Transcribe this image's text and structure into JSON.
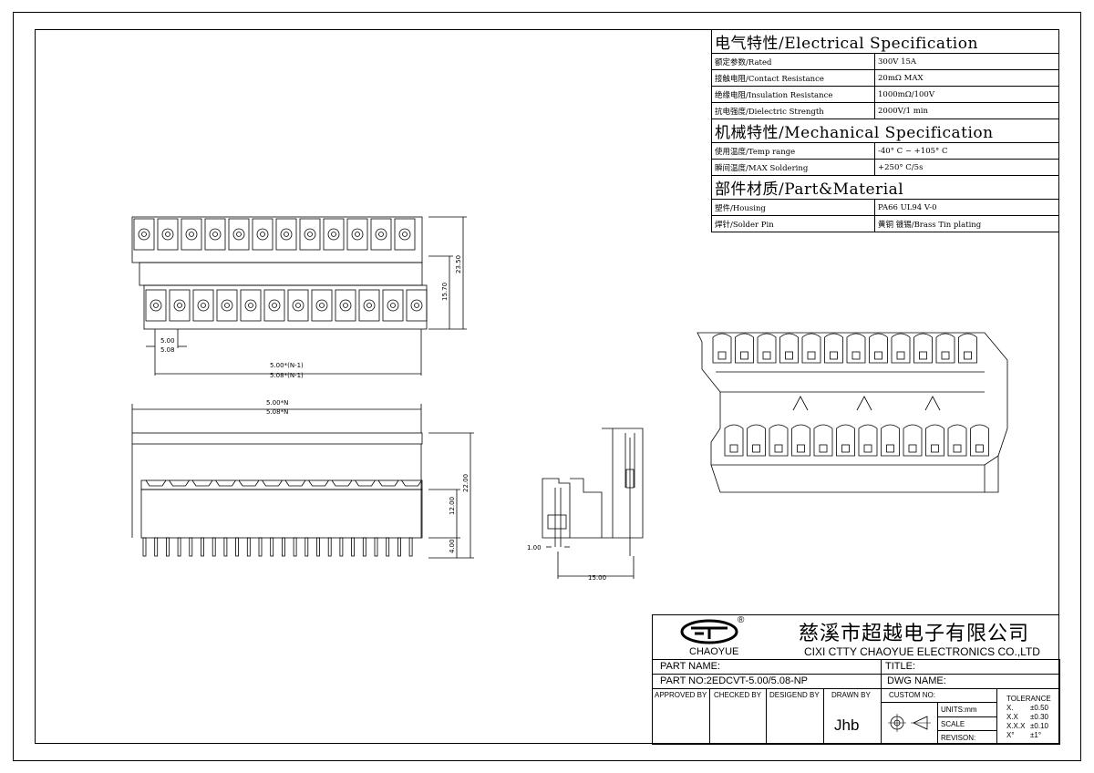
{
  "spec": {
    "electrical_title": "电气特性/Electrical Specification",
    "electrical": [
      {
        "name": "额定参数/Rated",
        "value": "300V 15A"
      },
      {
        "name": "接触电阻/Contact Resistance",
        "value": "20mΩ MAX"
      },
      {
        "name": "绝缘电阻/Insulation Resistance",
        "value": "1000mΩ/100V"
      },
      {
        "name": "抗电强度/Dielectric Strength",
        "value": "2000V/1 min"
      }
    ],
    "mechanical_title": "机械特性/Mechanical Specification",
    "mechanical": [
      {
        "name": "使用温度/Temp range",
        "value": "-40° C ~ +105° C"
      },
      {
        "name": "瞬间温度/MAX Soldering",
        "value": "+250° C/5s"
      }
    ],
    "material_title": "部件材质/Part&Material",
    "material": [
      {
        "name": "塑件/Housing",
        "value": "PA66 UL94 V-0"
      },
      {
        "name": "焊针/Solder Pin",
        "value": "黄铜 镀锡/Brass Tin plating"
      }
    ]
  },
  "dims": {
    "top_h1": "15.70",
    "top_h2": "23.50",
    "pitch1": "5.00",
    "pitch2": "5.08",
    "span1": "5.00*(N-1)",
    "span2": "5.08*(N-1)",
    "width1": "5.00*N",
    "width2": "5.08*N",
    "front_h1": "12.00",
    "front_h2": "22.00",
    "pin_len": "4.00",
    "pin_w": "1.00",
    "side_w": "15.00"
  },
  "titleblock": {
    "logo_text": "CHAOYUE",
    "registered": "®",
    "company_cn": "慈溪市超越电子有限公司",
    "company_en": "CIXI CTTY CHAOYUE ELECTRONICS CO.,LTD",
    "part_name_label": "PART NAME:",
    "part_no_label": "PART NO:2EDCVT-5.00/5.08-NP",
    "title_label": "TITLE:",
    "dwg_name_label": "DWG NAME:",
    "approved_by": "APPROVED BY",
    "checked_by": "CHECKED BY",
    "designed_by": "DESIGEND BY",
    "drawn_by": "DRAWN BY",
    "drawn_by_value": "Jhb",
    "custom_no": "CUSTOM NO:",
    "units": "UNITS:mm",
    "scale": "SCALE",
    "revision": "REVISON:",
    "tolerance_title": "TOLERANCE",
    "tolerances": [
      {
        "k": "X.",
        "v": "±0.50"
      },
      {
        "k": "X.X",
        "v": "±0.30"
      },
      {
        "k": "X.X.X",
        "v": "±0.10"
      },
      {
        "k": "X°",
        "v": "±1°"
      }
    ]
  }
}
